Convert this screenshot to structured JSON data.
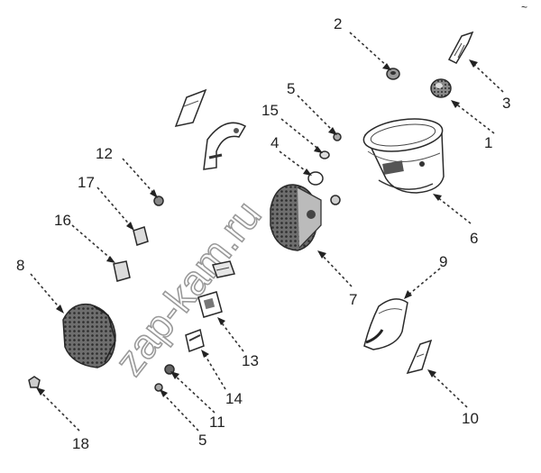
{
  "watermark": "zap-kam.ru",
  "corner_mark": "~",
  "callouts": {
    "c1": "1",
    "c2": "2",
    "c3": "3",
    "c4": "4",
    "c5a": "5",
    "c5b": "5",
    "c6": "6",
    "c7": "7",
    "c8": "8",
    "c9": "9",
    "c10": "10",
    "c11": "11",
    "c12": "12",
    "c13": "13",
    "c14": "14",
    "c15": "15",
    "c16": "16",
    "c17": "17",
    "c18": "18"
  }
}
